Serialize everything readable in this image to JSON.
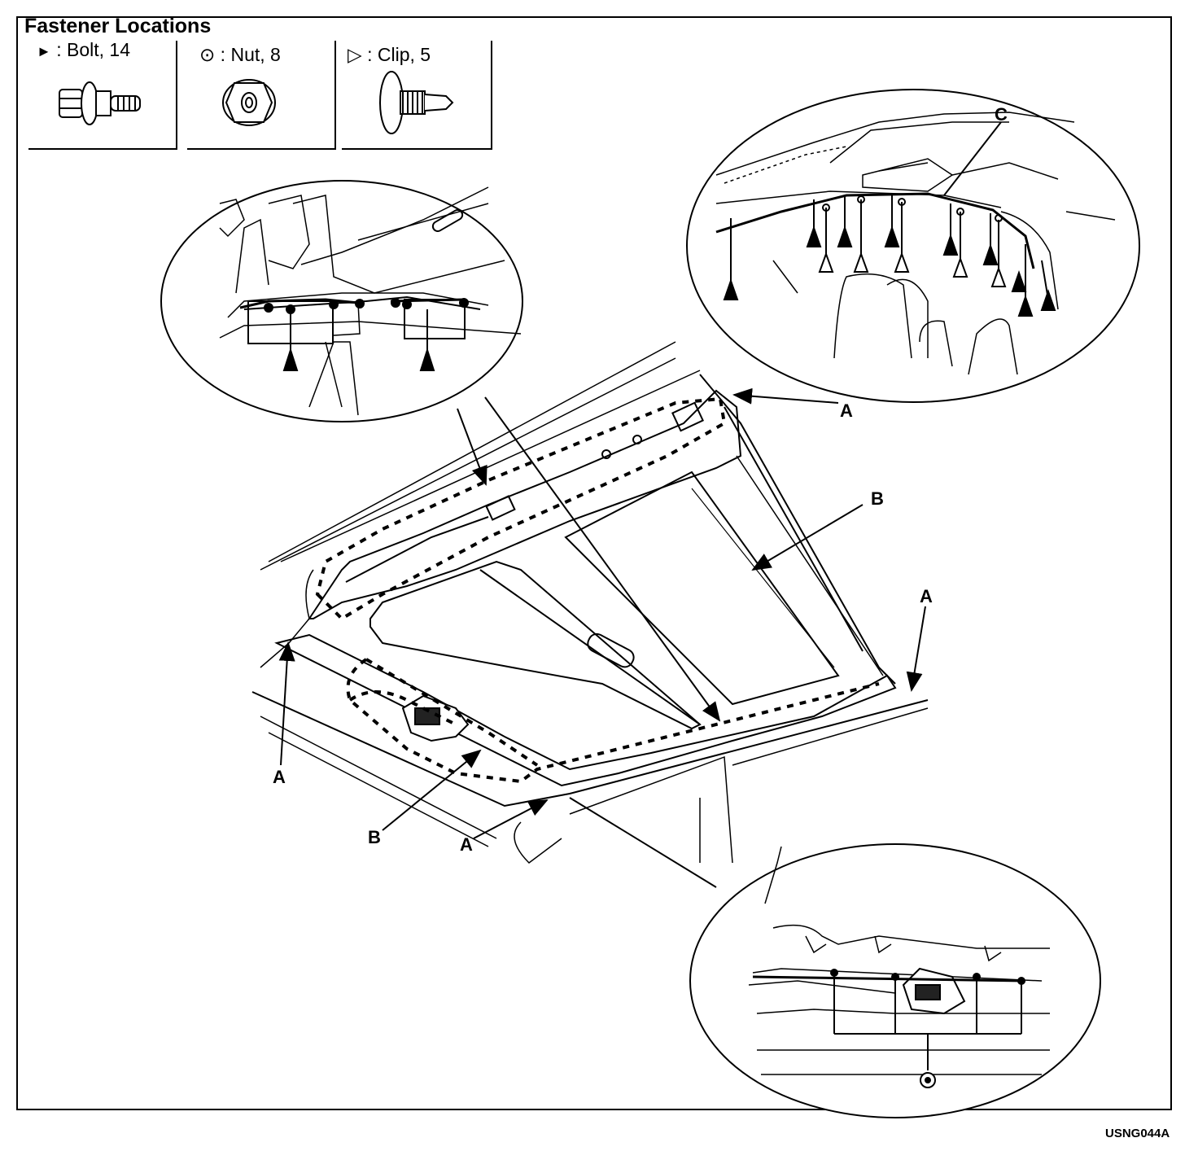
{
  "title": "Fastener Locations",
  "legend": [
    {
      "symbol": "►",
      "label": "Bolt, 14",
      "icon": "bolt-icon"
    },
    {
      "symbol": "⊙",
      "label": "Nut, 8",
      "icon": "nut-icon"
    },
    {
      "symbol": "▷",
      "label": "Clip, 5",
      "icon": "clip-icon"
    }
  ],
  "callouts": {
    "a": "A",
    "b": "B",
    "c": "C"
  },
  "figure_id": "USNG044A"
}
